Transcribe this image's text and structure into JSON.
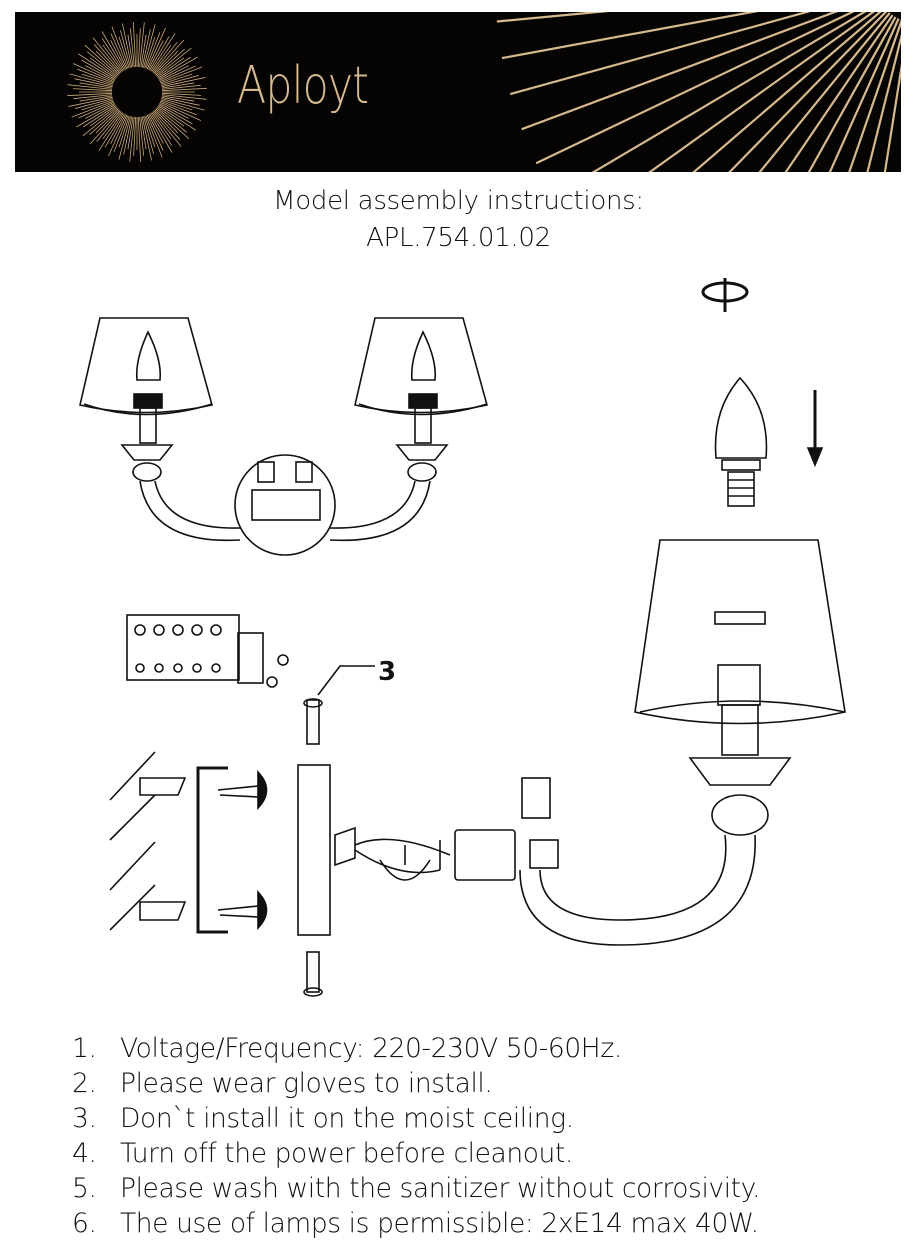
{
  "header": {
    "brand": "Aployt",
    "colors": {
      "background": "#050403",
      "gold": "#d6b98c"
    }
  },
  "title": {
    "line1": "Model assembly instructions:",
    "model": "APL.754.01.02"
  },
  "diagram": {
    "screw_label": "3",
    "icons": [
      "rotate-icon",
      "down-arrow-icon",
      "bulb",
      "lampshade",
      "terminal-block",
      "wall-bracket",
      "anchor",
      "screw"
    ]
  },
  "notes": [
    {
      "num": "1.",
      "text": "Voltage/Frequency: 220-230V 50-60Hz."
    },
    {
      "num": "2.",
      "text": "Please wear gloves to install."
    },
    {
      "num": "3.",
      "text": "Don`t install it on the moist ceiling."
    },
    {
      "num": "4.",
      "text": "Turn off the power before cleanout."
    },
    {
      "num": "5.",
      "text": "Please wash with the sanitizer without corrosivity."
    },
    {
      "num": "6.",
      "text": "The use of lamps is permissible: 2xE14 max 40W."
    }
  ]
}
